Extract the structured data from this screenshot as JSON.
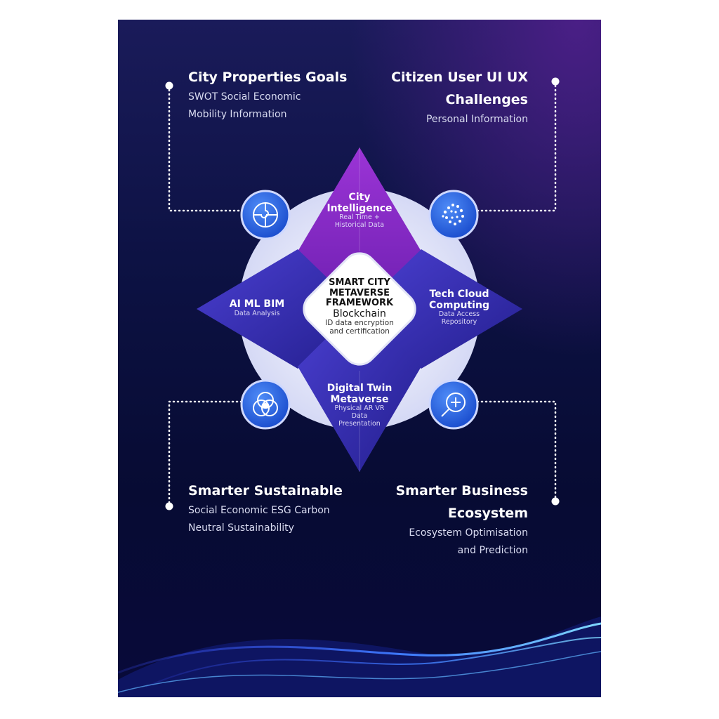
{
  "top_left": {
    "title": "City Properties  Goals",
    "lines": [
      "SWOT Social Economic",
      "Mobility Information"
    ]
  },
  "top_right": {
    "title_lines": [
      "Citizen User UI UX",
      "Challenges"
    ],
    "lines": [
      "Personal Information"
    ]
  },
  "bottom_left": {
    "title": "Smarter Sustainable",
    "lines": [
      "Social Economic ESG Carbon",
      "Neutral Sustainability"
    ]
  },
  "bottom_right": {
    "title_lines": [
      "Smarter Business",
      "Ecosystem"
    ],
    "lines": [
      "Ecosystem Optimisation",
      "and Prediction"
    ]
  },
  "diagram": {
    "top": {
      "title_lines": [
        "City",
        "Intelligence"
      ],
      "sub_lines": [
        "Real Time +",
        "Historical Data"
      ]
    },
    "left": {
      "title": "AI ML BIM",
      "sub": "Data Analysis"
    },
    "right": {
      "title_lines": [
        "Tech Cloud",
        "Computing"
      ],
      "sub_lines": [
        "Data Access",
        "Repository"
      ]
    },
    "bottom": {
      "title_lines": [
        "Digital Twin",
        "Metaverse"
      ],
      "sub_lines": [
        "Physical AR VR",
        "Data",
        "Presentation"
      ]
    },
    "center": {
      "title_lines": [
        "SMART CITY",
        "METAVERSE",
        "FRAMEWORK"
      ],
      "subtitle": "Blockchain",
      "sub_lines": [
        "ID data encryption",
        "and certification"
      ]
    }
  },
  "icons": [
    "puzzle-globe-icon",
    "iota-dots-icon",
    "venn-circles-icon",
    "magnify-plus-icon"
  ],
  "colors": {
    "purple": "#8a2bc9",
    "indigo": "#3a2fb0",
    "icon_blue": "#2f6fe6"
  }
}
